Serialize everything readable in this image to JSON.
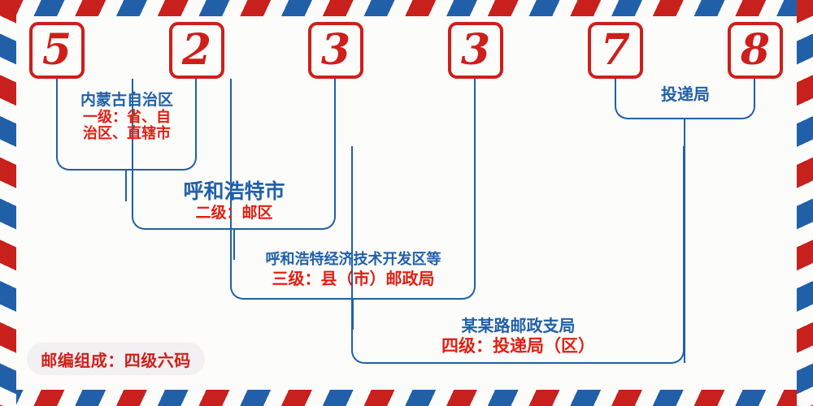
{
  "envelope": {
    "background_color": "#fcfcfa",
    "border_colors": [
      "#c8201c",
      "#2160a8"
    ],
    "box_border_color": "#ce1f1b",
    "bracket_color": "#2160a8",
    "title_color": "#2160a8",
    "sub_color": "#e01f13"
  },
  "postal_code": {
    "full": "523378",
    "digits": [
      {
        "value": "5",
        "box_name": "digit-box-1"
      },
      {
        "value": "2",
        "box_name": "digit-box-2"
      },
      {
        "value": "3",
        "box_name": "digit-box-3"
      },
      {
        "value": "3",
        "box_name": "digit-box-4"
      },
      {
        "value": "7",
        "box_name": "digit-box-5"
      },
      {
        "value": "8",
        "box_name": "digit-box-6"
      }
    ]
  },
  "levels": [
    {
      "id": "level-1",
      "title": "内蒙古自治区",
      "sub": "一级：省、自\n治区、直辖市",
      "sub_line_1": "一级：省、自",
      "sub_line_2": "治区、直辖市",
      "digits_spanned": "1-2"
    },
    {
      "id": "level-2",
      "title": "呼和浩特市",
      "sub": "二级：邮区",
      "digits_spanned": "1-3"
    },
    {
      "id": "level-3",
      "title": "呼和浩特经济技术开发区等",
      "sub": "三级：县（市）邮政局",
      "digits_spanned": "1-4"
    },
    {
      "id": "level-4",
      "title": "某某路邮政支局",
      "sub": "四级：投递局（区）",
      "digits_spanned": "1-6"
    },
    {
      "id": "level-delivery",
      "title": "投递局",
      "sub": "",
      "digits_spanned": "5-6"
    }
  ],
  "footer": {
    "badge_text": "邮编组成：四级六码"
  }
}
